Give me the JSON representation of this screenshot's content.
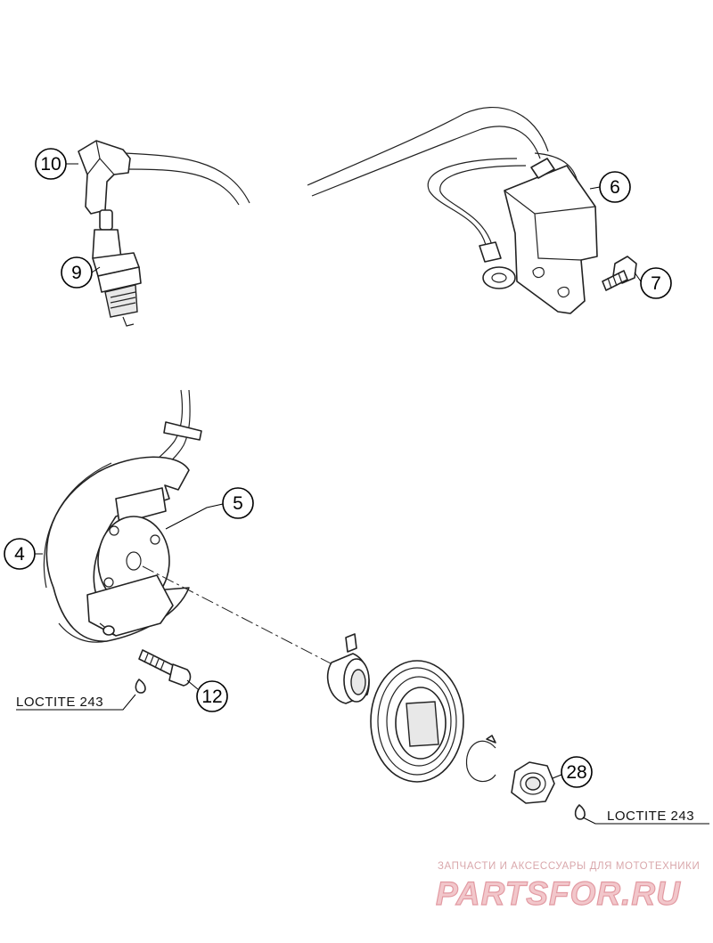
{
  "callouts": [
    {
      "id": "10",
      "label": "10"
    },
    {
      "id": "9",
      "label": "9"
    },
    {
      "id": "6",
      "label": "6"
    },
    {
      "id": "7",
      "label": "7"
    },
    {
      "id": "5",
      "label": "5"
    },
    {
      "id": "4",
      "label": "4"
    },
    {
      "id": "12",
      "label": "12"
    },
    {
      "id": "28",
      "label": "28"
    }
  ],
  "notes": {
    "loctite_left": "LOCTITE 243",
    "loctite_right": "LOCTITE 243"
  },
  "watermark": {
    "tagline": "ЗАПЧАСТИ И АКСЕССУАРЫ ДЛЯ МОТОТЕХНИКИ",
    "brand": "PARTSFOR.RU",
    "color": "#e29aa2"
  }
}
